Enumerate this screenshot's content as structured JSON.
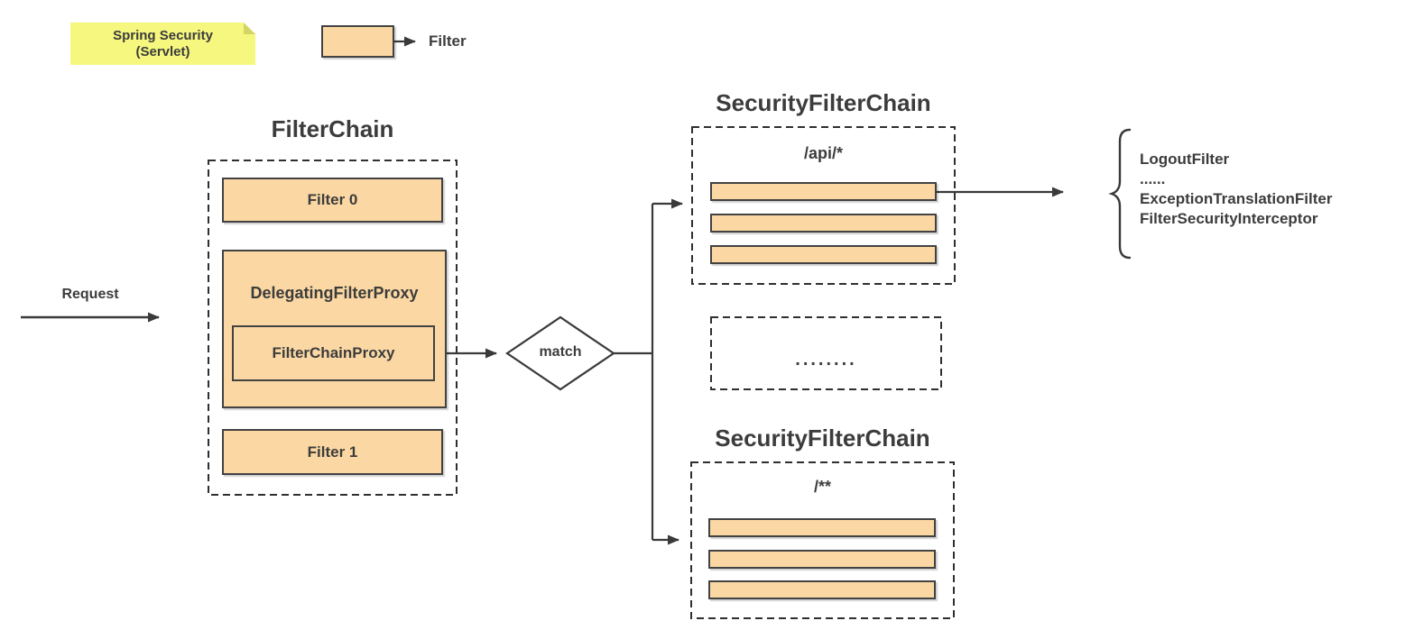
{
  "colors": {
    "box_fill": "#FBD8A3",
    "box_border": "#424242",
    "note_fill": "#F5F77E",
    "note_fold": "#D2D563",
    "line": "#3A3A3A",
    "dash": "#2F2F2F",
    "text": "#3C3C3C"
  },
  "note": {
    "line1": "Spring Security",
    "line2": "(Servlet)"
  },
  "legend": {
    "label": "Filter"
  },
  "request": {
    "label": "Request"
  },
  "filter_chain": {
    "title": "FilterChain",
    "filter0": "Filter 0",
    "delegating": "DelegatingFilterProxy",
    "chain_proxy": "FilterChainProxy",
    "filter1": "Filter 1"
  },
  "match": {
    "label": "match"
  },
  "chain_api": {
    "title": "SecurityFilterChain",
    "pattern": "/api/*"
  },
  "chain_dots": {
    "label": "........"
  },
  "chain_all": {
    "title": "SecurityFilterChain",
    "pattern": "/**"
  },
  "filters_list": {
    "items": [
      "LogoutFilter",
      "......",
      "ExceptionTranslationFilter",
      "FilterSecurityInterceptor"
    ]
  }
}
